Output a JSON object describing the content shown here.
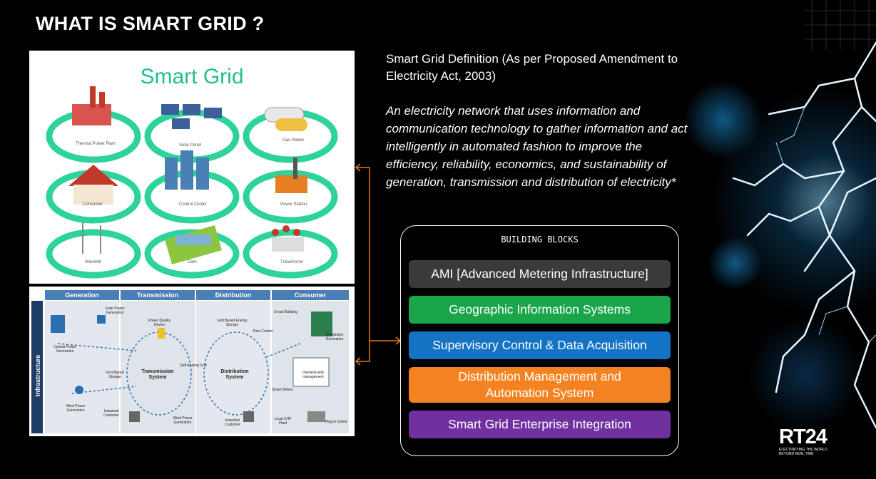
{
  "slide": {
    "title": "WHAT IS SMART GRID ?"
  },
  "smart_grid_image": {
    "title": "Smart Grid",
    "nodes": [
      "Thermal Power Plant",
      "Solar Panel",
      "Gas Holder",
      "Consumer",
      "Control Center",
      "Power Station",
      "Windmill",
      "Dam",
      "Transformer"
    ]
  },
  "infrastructure_diagram": {
    "columns": [
      "Generation",
      "Transmission",
      "Distribution",
      "Consumer"
    ],
    "side_label": "Infrastructure",
    "labels": {
      "solar": "Solar Power Generation",
      "central": "Central Power Generation",
      "grid_storage": "Grid Based Storage",
      "wind": "Wind Power Generation",
      "industrial1": "Industrial Customer",
      "pq": "Power Quality Device",
      "transmission_system": "Transmission System",
      "selfhealing": "Self-healing Grid",
      "wind2": "Wind Power Generation",
      "grid_energy": "Grid Based Energy Storage",
      "distribution_system": "Distribution System",
      "industrial2": "Industrial Customer",
      "flow": "Flow Control",
      "smart_building": "Smart Building",
      "distributed": "Distributed Generation",
      "demand": "Demand-side management",
      "smart_meters": "Smart Meters",
      "local_chp": "Local CHP Plant",
      "plugin": "Plug-in hybrid"
    }
  },
  "definition": {
    "heading": "Smart Grid Definition (As per Proposed Amendment to Electricity Act, 2003)",
    "body": "An electricity network that uses information and communication technology to gather information and act intelligently in automated fashion to improve the efficiency, reliability, economics, and sustainability of generation, transmission and distribution of electricity*"
  },
  "building_blocks": {
    "title": "BUILDING BLOCKS",
    "items": [
      {
        "label": "AMI [Advanced Metering Infrastructure]",
        "color": "#3a3a3a"
      },
      {
        "label": "Geographic Information Systems",
        "color": "#1aa54a"
      },
      {
        "label": "Supervisory Control & Data Acquisition",
        "color": "#1473c4"
      },
      {
        "label": "Distribution Management and Automation System",
        "color": "#f58220"
      },
      {
        "label": "Smart Grid Enterprise Integration",
        "color": "#7030a0"
      }
    ]
  },
  "logo": {
    "name": "RT24",
    "tagline": "ELECTRIFYING THE WORLD BEYOND REAL TIME"
  },
  "colors": {
    "accent_arrow": "#e87722",
    "smart_grid_green": "#1fbf8f"
  }
}
